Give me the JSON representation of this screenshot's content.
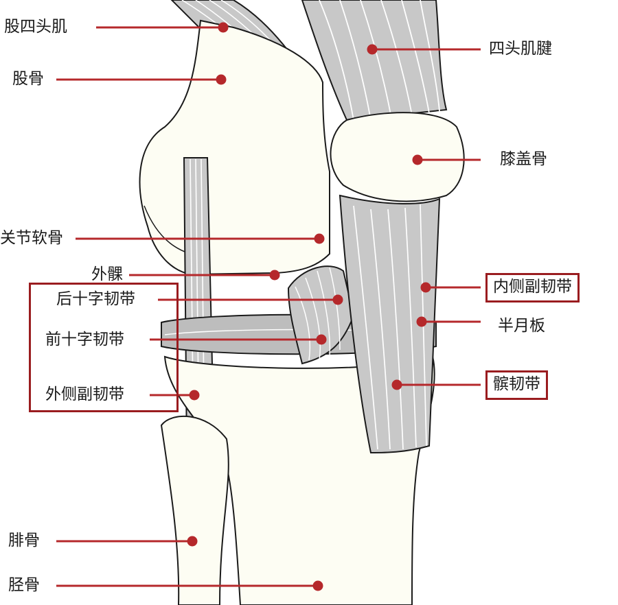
{
  "labels": {
    "quadriceps_muscle": "股四头肌",
    "femur": "股骨",
    "articular_cartilage": "关节软骨",
    "lateral_condyle": "外髁",
    "posterior_cruciate_ligament": "后十字韧带",
    "anterior_cruciate_ligament": "前十字韧带",
    "lateral_collateral_ligament": "外侧副韧带",
    "fibula": "腓骨",
    "tibia": "胫骨",
    "quadriceps_tendon": "四头肌腱",
    "patella": "膝盖骨",
    "medial_collateral_ligament": "内侧副韧带",
    "meniscus": "半月板",
    "patellar_ligament": "髌韧带"
  },
  "colors": {
    "leader": "#b5282b",
    "highlight_box": "#9a1c1f",
    "bone": "#fdfdf3",
    "tissue": "#c8c8c8",
    "outline": "#1a1a1a"
  }
}
